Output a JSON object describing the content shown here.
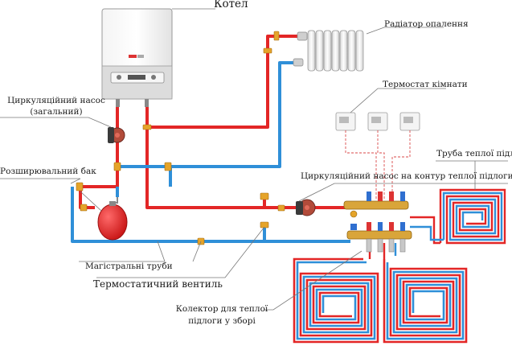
{
  "labels": {
    "boiler": "Котел",
    "radiator": "Радіатор опалення",
    "room_thermostat": "Термостат кімнати",
    "pump_general_line1": "Циркуляційний насос",
    "pump_general_line2": "(загальний)",
    "floor_pipe": "Труба теплої підлоги",
    "expansion_tank": "Розширювальний бак",
    "pump_floor_circuit": "Циркуляційний насос на контур теплої підлоги",
    "main_pipes": "Магістральні труби",
    "thermostatic_valve": "Термостатичний вентиль",
    "manifold_line1": "Колектор для теплої",
    "manifold_line2": "підлоги у зборі"
  },
  "colors": {
    "supply_pipe": "#e32626",
    "return_pipe": "#2f8fd8",
    "valve": "#e5a42a",
    "tank": "#e41e1e",
    "leader_line": "#777777"
  },
  "icons": {
    "boiler": "boiler-icon",
    "radiator": "radiator-icon",
    "thermostat": "thermostat-icon",
    "pump": "pump-icon",
    "tank": "expansion-tank-icon",
    "manifold": "manifold-icon",
    "valve": "valve-icon"
  }
}
